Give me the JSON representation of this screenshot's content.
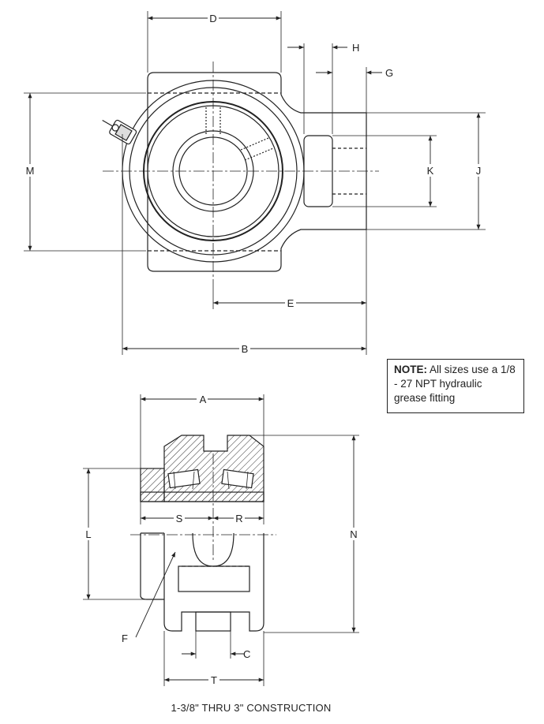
{
  "dimension_labels": {
    "A": "A",
    "B": "B",
    "C": "C",
    "D": "D",
    "E": "E",
    "F": "F",
    "G": "G",
    "H": "H",
    "J": "J",
    "K": "K",
    "L": "L",
    "M": "M",
    "N": "N",
    "R": "R",
    "S": "S",
    "T": "T"
  },
  "note": {
    "heading": "NOTE:",
    "text": "All sizes use a 1/8 - 27 NPT hydraulic grease fitting"
  },
  "caption": "1-3/8\" THRU 3\" CONSTRUCTION",
  "colors": {
    "line": "#222222",
    "fill": "#ffffff",
    "hatch": "#333333"
  }
}
